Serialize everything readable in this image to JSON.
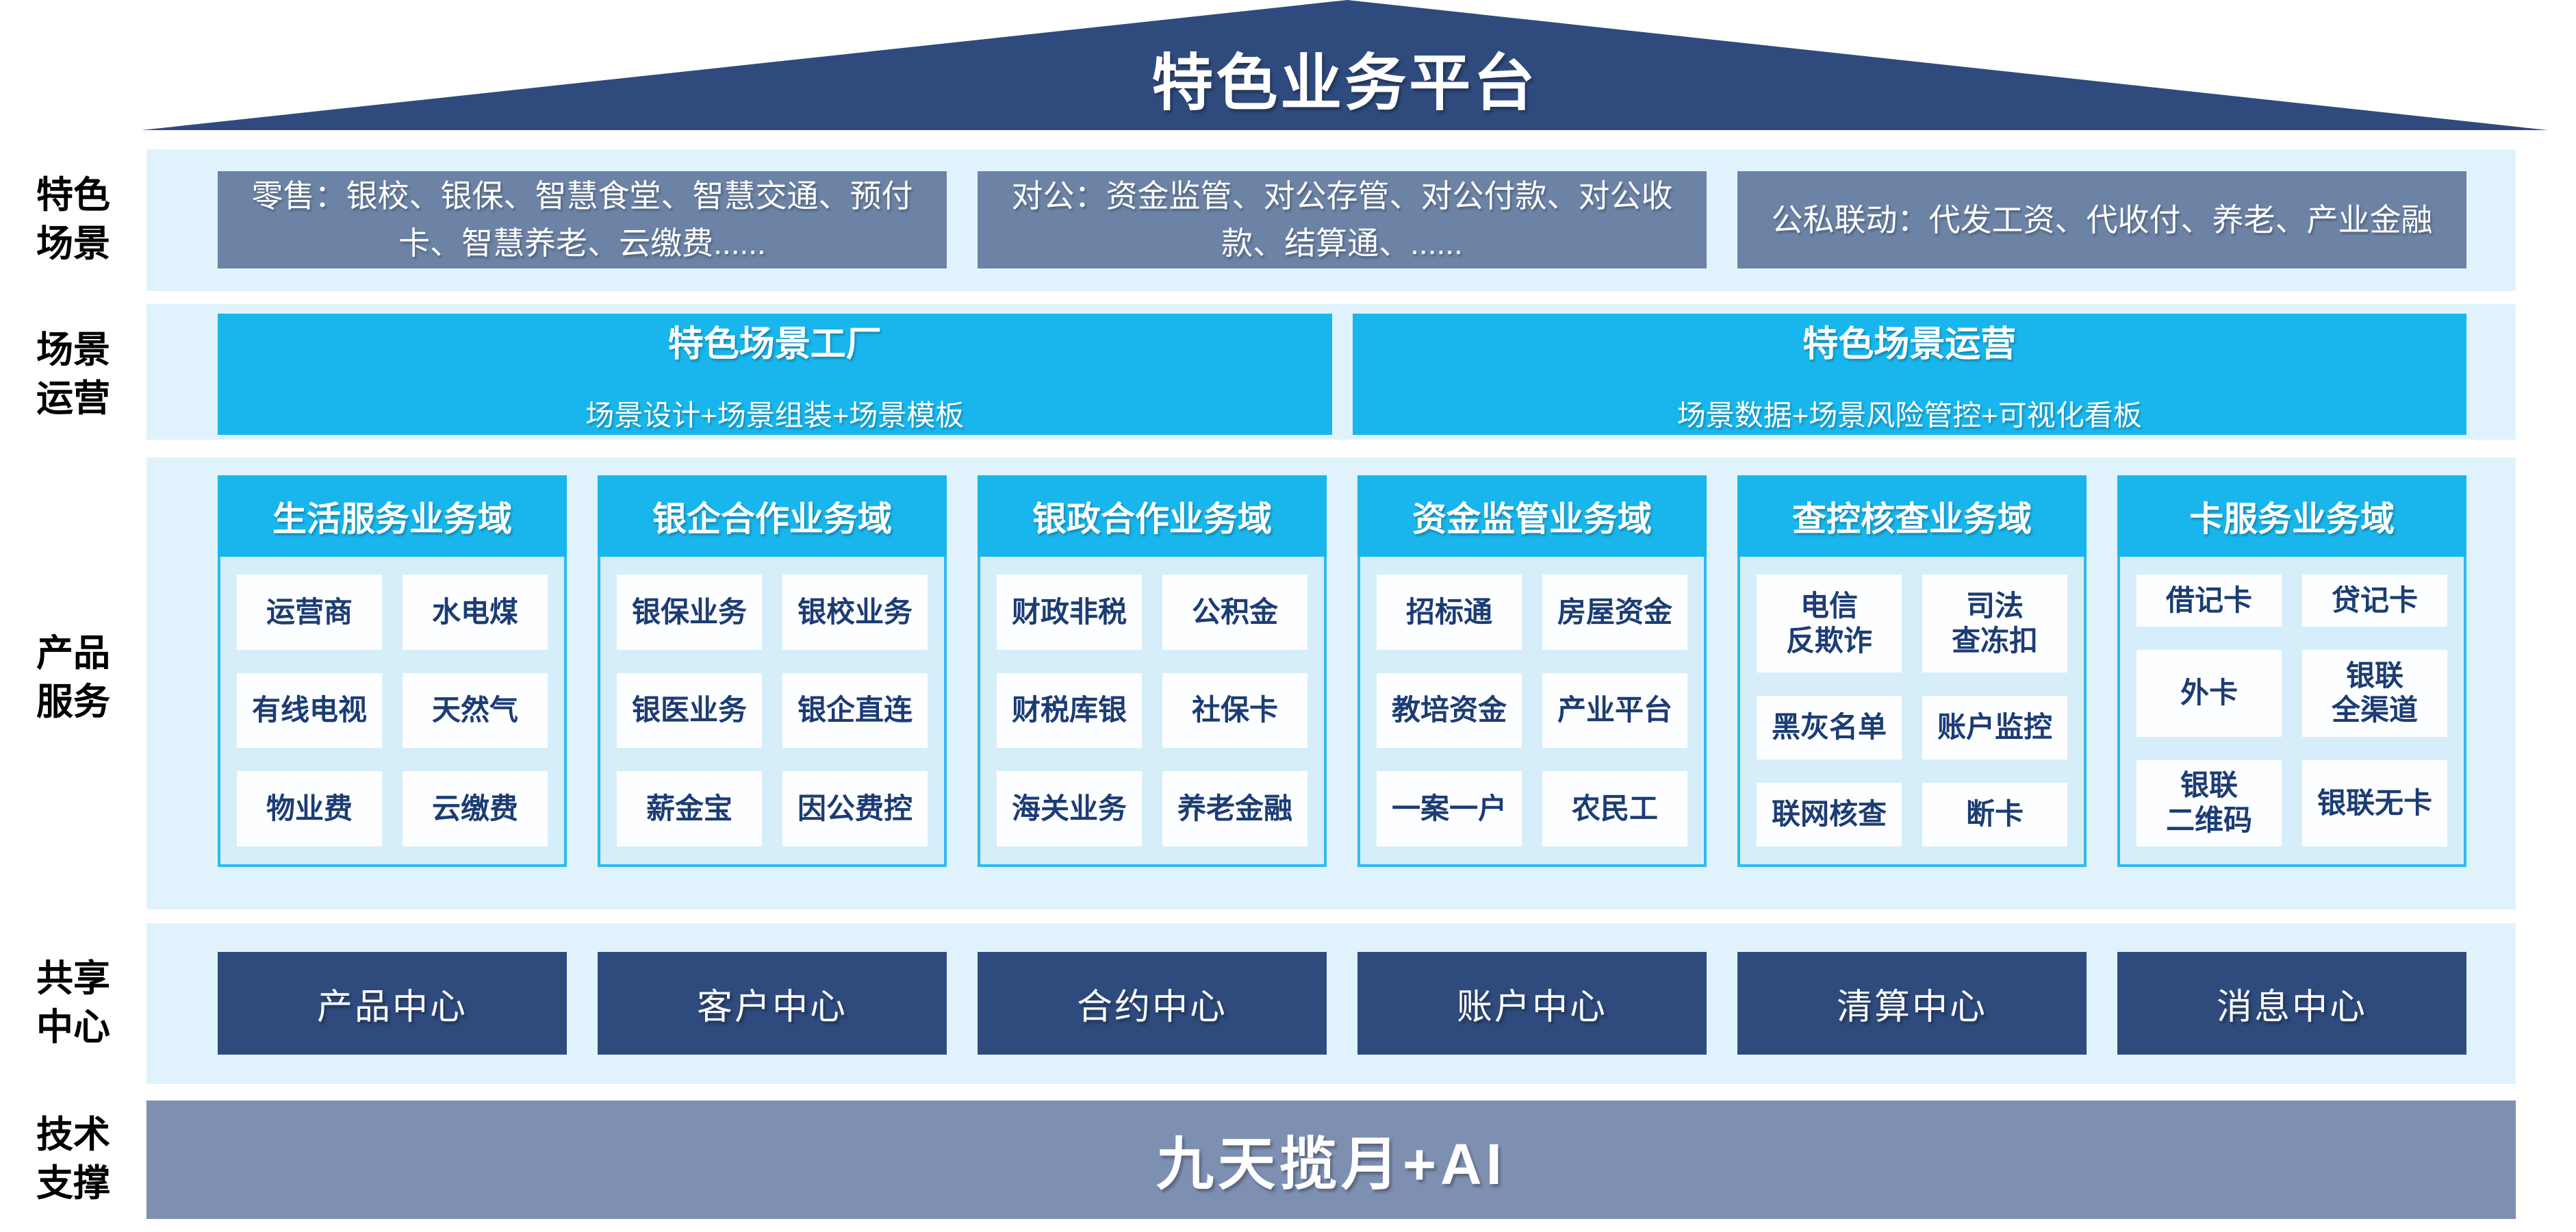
{
  "colors": {
    "roof_navy": "#2F4B7E",
    "scenario_gray_blue": "#6C83A6",
    "accent_cyan": "#18B6ED",
    "panel_border_cyan": "#2FBAEF",
    "panel_bg": "#D6EEFA",
    "band_light_blue": "#E0F3FC",
    "cell_text_navy": "#1C3C74",
    "tech_bar_slate": "#7E90B2"
  },
  "roof": {
    "title": "特色业务平台"
  },
  "side_labels": [
    "特色\n场景",
    "场景\n运营",
    "产品\n服务",
    "共享\n中心",
    "技术\n支撑"
  ],
  "scenario_row": {
    "boxes": [
      "零售：银校、银保、智慧食堂、智慧交通、预付卡、智慧养老、云缴费......",
      "对公：资金监管、对公存管、对公付款、对公收款、结算通、......",
      "公私联动：代发工资、代收付、养老、产业金融"
    ]
  },
  "operation_row": {
    "boxes": [
      {
        "title": "特色场景工厂",
        "subtitle": "场景设计+场景组装+场景模板"
      },
      {
        "title": "特色场景运营",
        "subtitle": "场景数据+场景风险管控+可视化看板"
      }
    ]
  },
  "product_row": {
    "columns": [
      {
        "header": "生活服务业务域",
        "cells": [
          "运营商",
          "水电煤",
          "有线电视",
          "天然气",
          "物业费",
          "云缴费"
        ]
      },
      {
        "header": "银企合作业务域",
        "cells": [
          "银保业务",
          "银校业务",
          "银医业务",
          "银企直连",
          "薪金宝",
          "因公费控"
        ]
      },
      {
        "header": "银政合作业务域",
        "cells": [
          "财政非税",
          "公积金",
          "财税库银",
          "社保卡",
          "海关业务",
          "养老金融"
        ]
      },
      {
        "header": "资金监管业务域",
        "cells": [
          "招标通",
          "房屋资金",
          "教培资金",
          "产业平台",
          "一案一户",
          "农民工"
        ]
      },
      {
        "header": "查控核查业务域",
        "cells": [
          "电信\n反欺诈",
          "司法\n查冻扣",
          "黑灰名单",
          "账户监控",
          "联网核查",
          "断卡"
        ]
      },
      {
        "header": "卡服务业务域",
        "cells": [
          "借记卡",
          "贷记卡",
          "外卡",
          "银联\n全渠道",
          "银联\n二维码",
          "银联无卡"
        ]
      }
    ]
  },
  "share_row": {
    "boxes": [
      "产品中心",
      "客户中心",
      "合约中心",
      "账户中心",
      "清算中心",
      "消息中心"
    ]
  },
  "tech_row": {
    "title": "九天揽月+AI"
  }
}
